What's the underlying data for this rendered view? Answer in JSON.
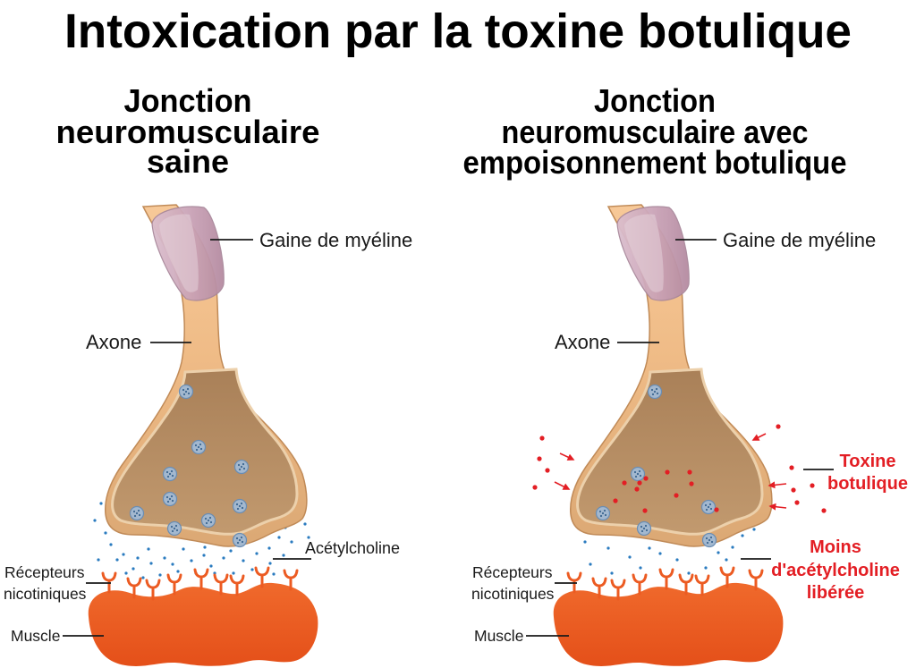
{
  "title": "Intoxication par la toxine botulique",
  "panels": [
    {
      "heading_lines": [
        "Jonction",
        "neuromusculaire",
        "saine"
      ],
      "labels": {
        "myelin": "Gaine de myéline",
        "axon": "Axone",
        "acetylcholine": "Acétylcholine",
        "receptors": [
          "Récepteurs",
          "nicotiniques"
        ],
        "muscle": "Muscle"
      }
    },
    {
      "heading_lines": [
        "Jonction",
        "neuromusculaire avec",
        "empoisonnement botulique"
      ],
      "labels": {
        "myelin": "Gaine de myéline",
        "axon": "Axone",
        "toxin": [
          "Toxine",
          "botulique"
        ],
        "reduced_acetylcholine": [
          "Moins",
          "d'acétylcholine",
          "libérée"
        ],
        "receptors": [
          "Récepteurs",
          "nicotiniques"
        ],
        "muscle": "Muscle"
      }
    }
  ],
  "colors": {
    "text": "#000000",
    "toxin_red": "#e31e24",
    "acetylcholine_blue": "#2a7bbf",
    "muscle_orange": "#ec5b22",
    "myelin_pink": "#c9a2b6",
    "axon_tan": "#e2b383",
    "vesicle_blue": "#a3b8cf"
  }
}
